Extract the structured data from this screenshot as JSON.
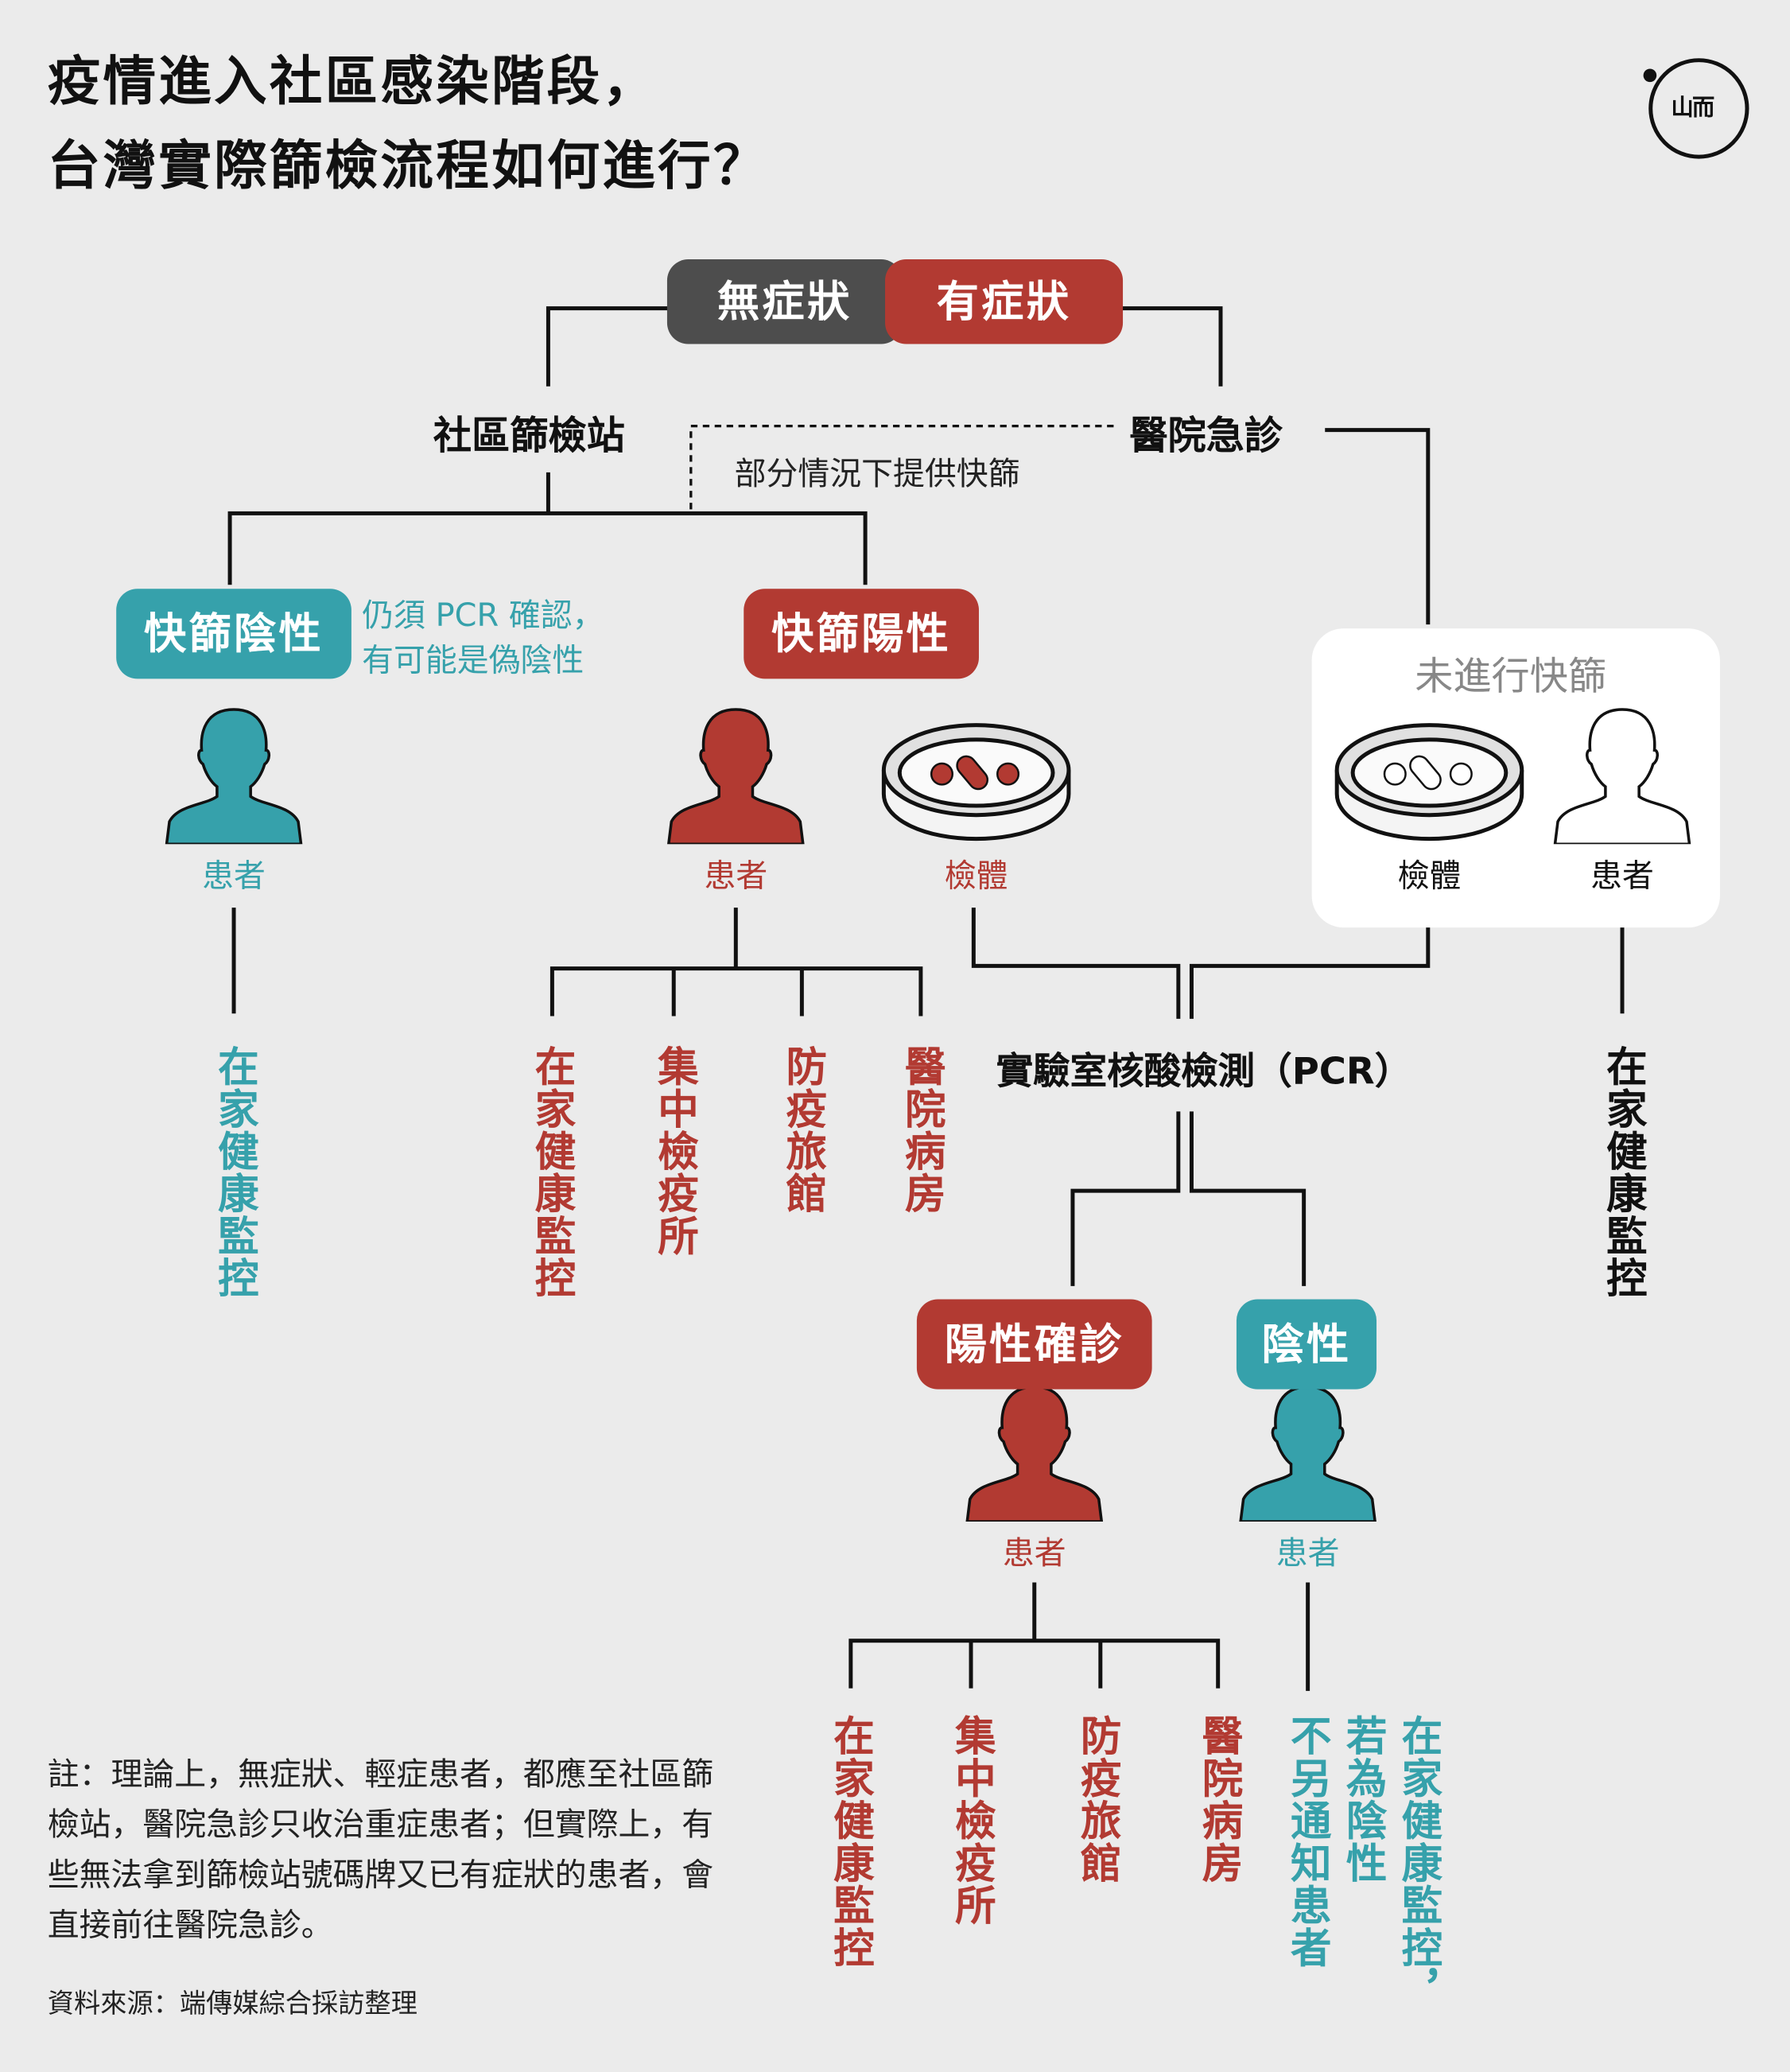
{
  "title": {
    "line1": "疫情進入社區感染階段，",
    "line2": "台灣實際篩檢流程如何進行？"
  },
  "logo": {
    "text": "山而"
  },
  "tags": {
    "asymptomatic": "無症狀",
    "symptomatic": "有症狀",
    "rapid_negative": "快篩陰性",
    "rapid_positive": "快篩陽性",
    "confirmed_positive": "陽性確診",
    "negative": "陰性"
  },
  "nodes": {
    "community_station": "社區篩檢站",
    "hospital_er": "醫院急診",
    "rapid_in_some_cases": "部分情況下提供快篩",
    "pcr_confirm_note_1": "仍須 PCR 確認，",
    "pcr_confirm_note_2": "有可能是偽陰性",
    "no_rapid_test": "未進行快篩",
    "pcr_lab": "實驗室核酸檢測（PCR）"
  },
  "captions": {
    "patient": "患者",
    "specimen": "檢體"
  },
  "outcomes": {
    "home_monitoring": "在家健康監控",
    "quarantine_center": "集中檢疫所",
    "quarantine_hotel": "防疫旅館",
    "hospital_ward": "醫院病房",
    "if_negative": "若為陰性",
    "home_monitoring_comma": "在家健康監控，",
    "no_notify": "不另通知患者"
  },
  "footnote": "註：理論上，無症狀、輕症患者，都應至社區篩檢站，醫院急診只收治重症患者；但實際上，有些無法拿到篩檢站號碼牌又已有症狀的患者，會直接前往醫院急診。",
  "source": "資料來源：端傳媒綜合採訪整理",
  "colors": {
    "red": "#b23a32",
    "teal": "#36a1ab",
    "dark": "#4d4d4d",
    "background": "#ebebeb"
  }
}
